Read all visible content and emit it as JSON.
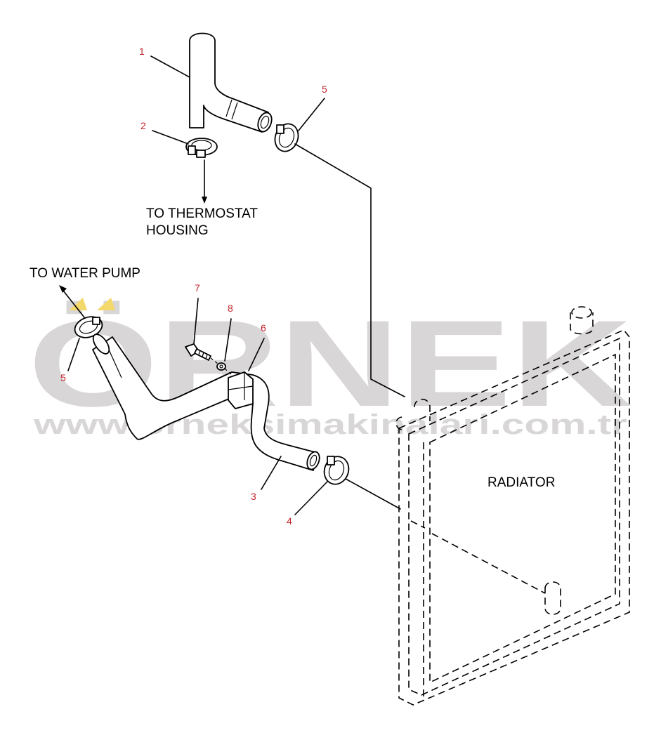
{
  "watermark": {
    "brand": "ÖRNEK",
    "url": "www.orneksimakinalari.com.tr",
    "brand_color": "#d9d6d8",
    "accent_color": "#f3d86b"
  },
  "labels": {
    "thermostat_line1": "TO THERMOSTAT",
    "thermostat_line2": "HOUSING",
    "water_pump": "TO WATER PUMP",
    "radiator": "RADIATOR"
  },
  "callouts": {
    "c1": "1",
    "c2": "2",
    "c3": "3",
    "c4": "4",
    "c5_top": "5",
    "c5_left": "5",
    "c6": "6",
    "c7": "7",
    "c8": "8"
  },
  "colors": {
    "callout_number": "#c2262e",
    "line": "#000000"
  }
}
